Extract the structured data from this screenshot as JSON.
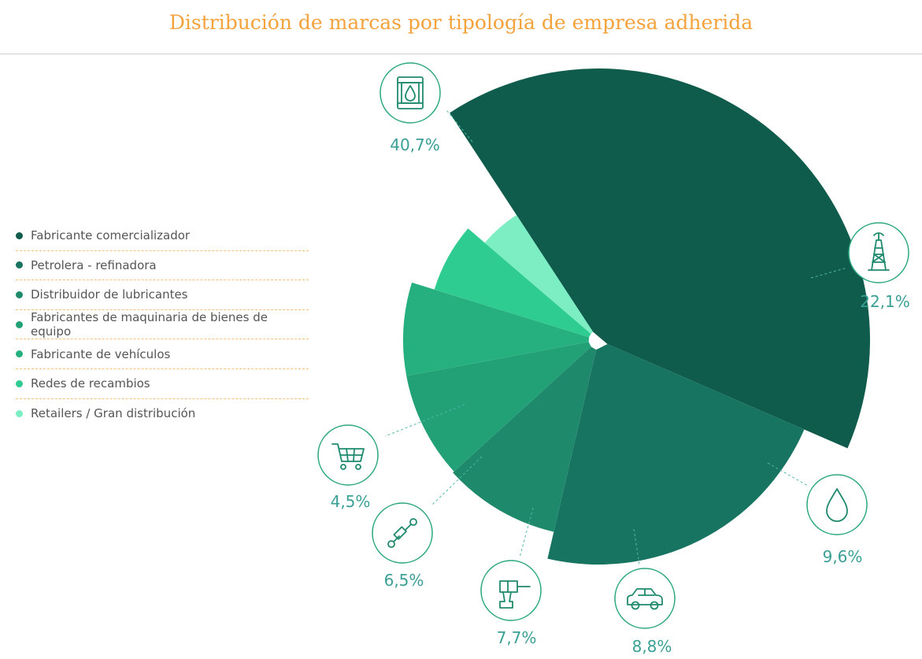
{
  "title": "Distribución de marcas por tipología de empresa adherida",
  "colors": {
    "title": "#f4a23c",
    "accent_text": "#3a9f95",
    "icon_stroke": "#1f8a6e",
    "legend_divider": "#f6c27b"
  },
  "legend": [
    {
      "label": "Fabricante comercializador",
      "color": "#0f5c4c"
    },
    {
      "label": "Petrolera - refinadora",
      "color": "#177460"
    },
    {
      "label": "Distribuidor de lubricantes",
      "color": "#1e8a6b"
    },
    {
      "label": "Fabricantes de maquinaria de bienes de equipo",
      "color": "#22a076"
    },
    {
      "label": "Fabricante de vehículos",
      "color": "#27b07f"
    },
    {
      "label": "Redes de recambios",
      "color": "#2fcc91"
    },
    {
      "label": "Retailers / Gran distribución",
      "color": "#7deec3"
    }
  ],
  "chart_data": {
    "type": "pie",
    "title": "Distribución de marcas por tipología de empresa adherida",
    "variant": "variable-radius (rose) pie",
    "slices": [
      {
        "label": "Fabricante comercializador",
        "value": 40.7,
        "display": "40,7%",
        "icon": "oil-can-icon",
        "color": "#0f5c4c"
      },
      {
        "label": "Petrolera - refinadora",
        "value": 22.1,
        "display": "22,1%",
        "icon": "oil-derrick-icon",
        "color": "#177460"
      },
      {
        "label": "Distribuidor de lubricantes",
        "value": 9.6,
        "display": "9,6%",
        "icon": "oil-drop-icon",
        "color": "#1e8a6b"
      },
      {
        "label": "Fabricantes de maquinaria de bienes de equipo",
        "value": 8.8,
        "display": "8,8%",
        "icon": "car-icon",
        "color": "#22a076"
      },
      {
        "label": "Fabricante de vehículos",
        "value": 7.7,
        "display": "7,7%",
        "icon": "drill-icon",
        "color": "#27b07f"
      },
      {
        "label": "Redes de recambios",
        "value": 6.5,
        "display": "6,5%",
        "icon": "shock-absorber-icon",
        "color": "#2fcc91"
      },
      {
        "label": "Retailers / Gran distribución",
        "value": 4.5,
        "display": "4,5%",
        "icon": "shopping-cart-icon",
        "color": "#7deec3"
      }
    ],
    "legend_position": "left"
  }
}
